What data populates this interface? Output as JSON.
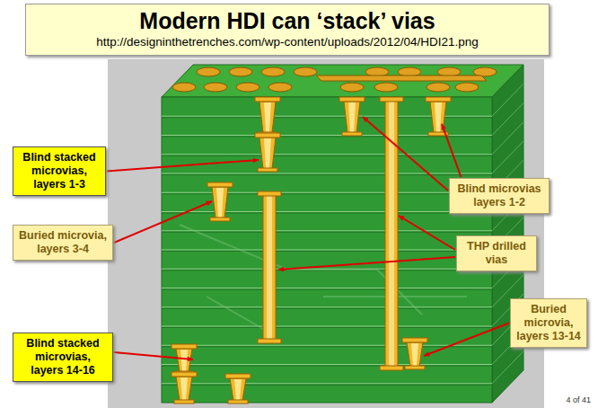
{
  "diagram": {
    "title": "Modern HDI can ‘stack’ vias",
    "nodes": [
      {
        "text": [
          "Blind stacked microvias, layers 1-3"
        ]
      },
      {
        "text": [
          "Blind microvias layers 1-2"
        ]
      },
      {
        "text": [
          "Buried microvia, layers 3-4"
        ]
      },
      {
        "text": [
          "THP drilled vias"
        ]
      },
      {
        "text": [
          "Buried microvia, layers 13-14"
        ]
      },
      {
        "text": [
          "Blind stacked microvias, layers 14-16"
        ]
      }
    ],
    "labels": [
      "http://designinthetrenches.com/wp-content/uploads/2012/04/HDI21.png",
      "4 of 41"
    ]
  }
}
